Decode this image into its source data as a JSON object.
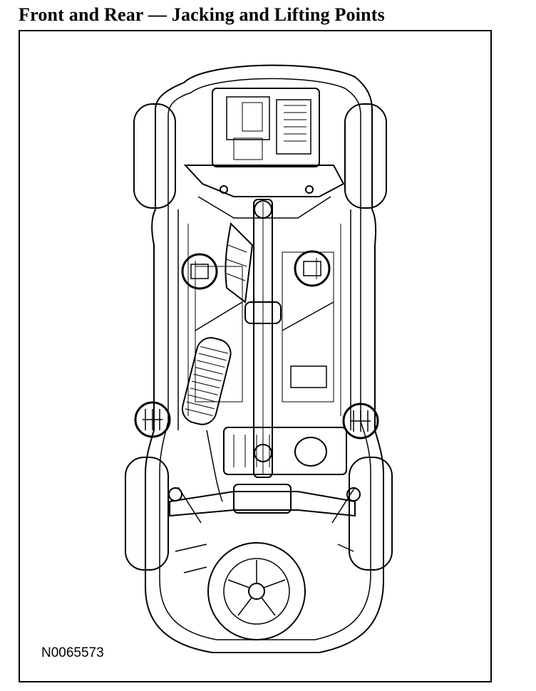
{
  "page": {
    "title": "Front and Rear — Jacking and Lifting Points"
  },
  "figure": {
    "id": "N0065573",
    "line_color": "#000000",
    "background": "#ffffff",
    "lift_point_count": 4
  }
}
